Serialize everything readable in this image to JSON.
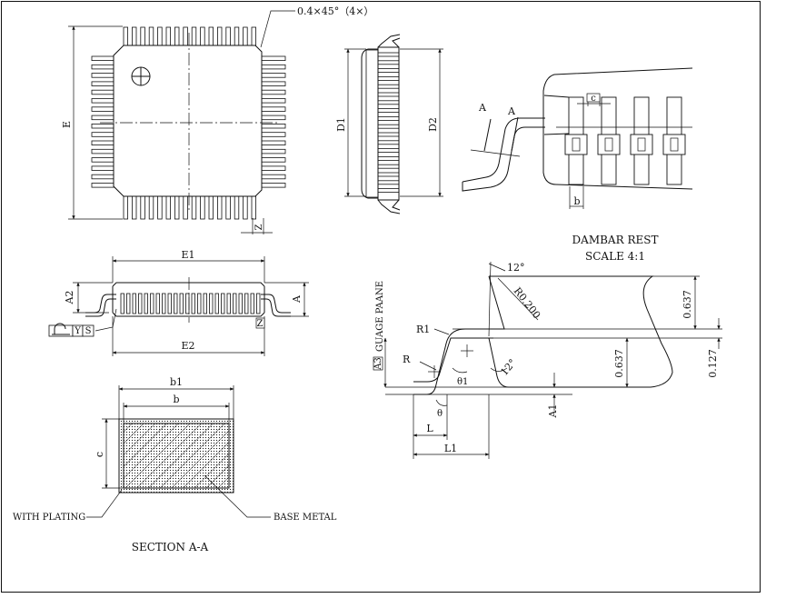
{
  "drawing": {
    "chamfer_note": "0.4×45°（4×）",
    "top_view": {
      "dim_e": "E",
      "dim_z": "Z"
    },
    "side_view": {
      "dim_d1": "D1",
      "dim_d2": "D2"
    },
    "dambar_view": {
      "section_mark_left": "A",
      "section_mark_right": "A",
      "dim_c": "c",
      "dim_b": "b",
      "title": "DAMBAR REST",
      "scale": "SCALE 4:1"
    },
    "front_view": {
      "dim_e1": "E1",
      "dim_e2": "E2",
      "dim_a2": "A2",
      "dim_a": "A",
      "dim_z": "Z",
      "datum_y": "Y",
      "datum_s": "S"
    },
    "section_view": {
      "dim_b1": "b1",
      "dim_b": "b",
      "dim_c": "c",
      "label_plating": "WITH PLATING",
      "label_base": "BASE METAL",
      "title": "SECTION A-A"
    },
    "lead_detail": {
      "angle_top": "12°",
      "radius": "R0.200",
      "dim_top": "0.637",
      "dim_mid": "0.637",
      "dim_right": "0.127",
      "label_r1": "R1",
      "label_r": "R",
      "label_theta1": "θ1",
      "label_theta": "θ",
      "label_angle": "12°",
      "dim_a3": "A3",
      "gauge_plane": "GUAGE PAANE",
      "dim_a1": "A1",
      "dim_l": "L",
      "dim_l1": "L1"
    }
  }
}
